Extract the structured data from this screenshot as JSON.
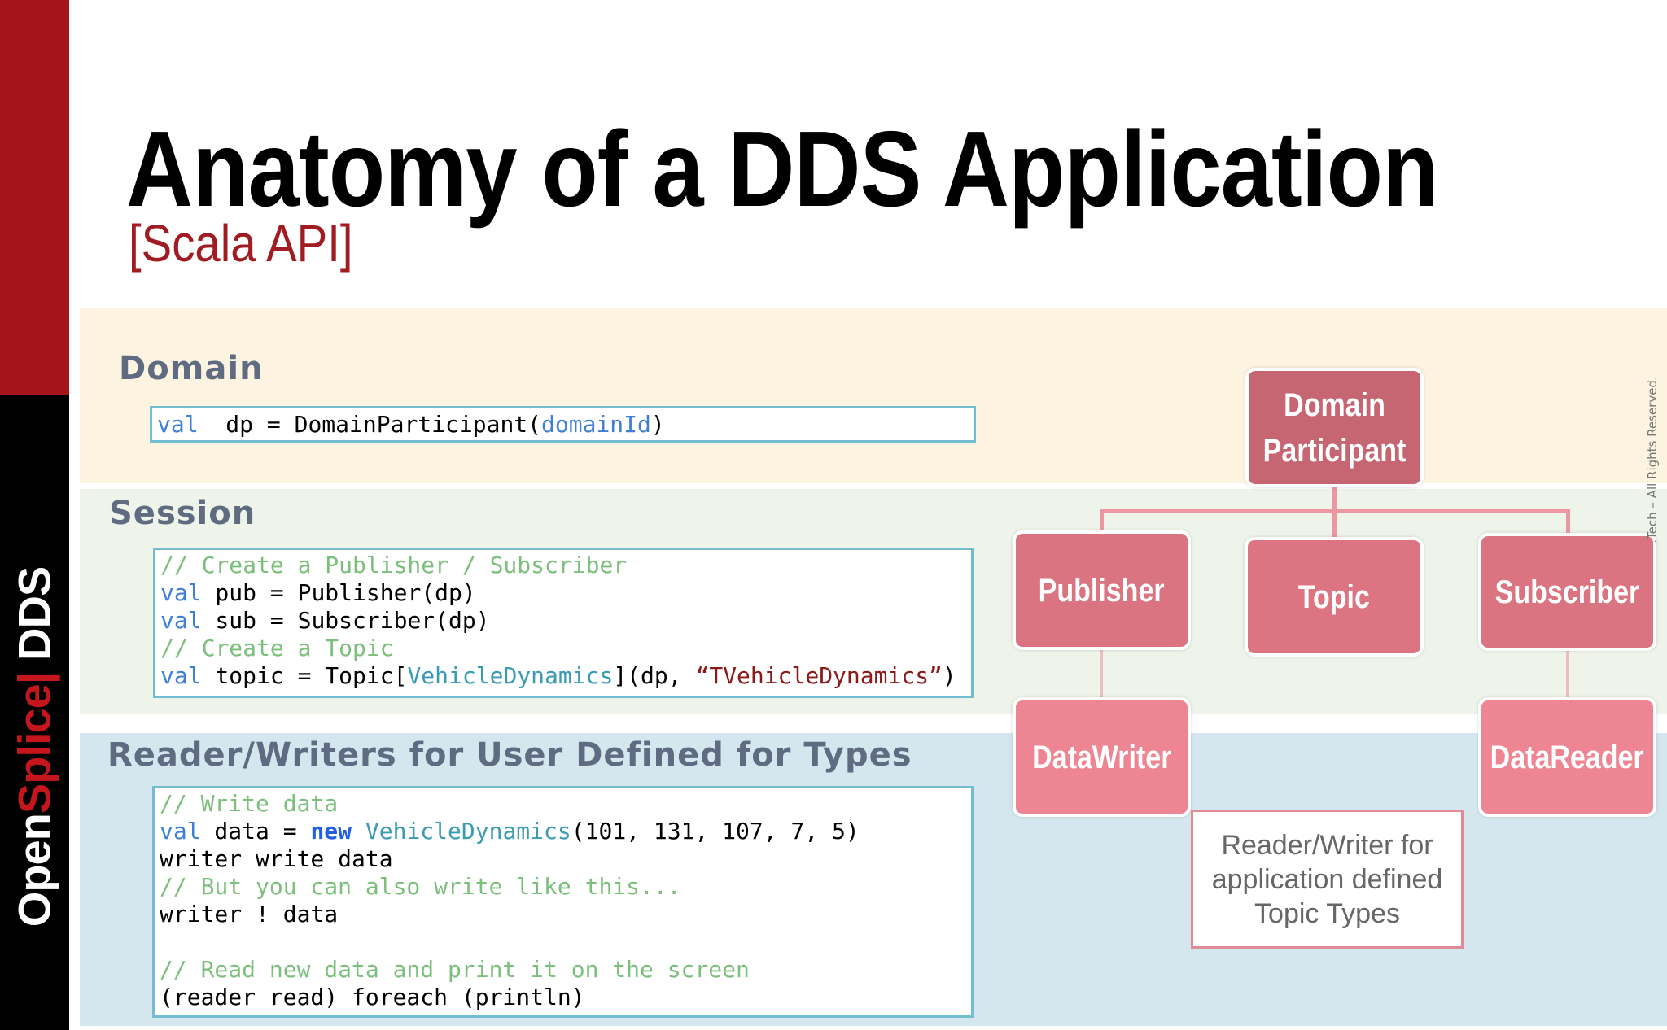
{
  "sidebar": {
    "logo_open": "Open",
    "logo_splice": "Splice",
    "logo_sep": "| ",
    "logo_dds": "DDS"
  },
  "title": "Anatomy of a DDS Application",
  "subtitle": "[Scala API]",
  "colors": {
    "brand_red": "#a5141b",
    "domain_band": "#fdf3e1",
    "session_band": "#eef4ea",
    "rw_band": "#d5e7ee",
    "code_border": "#74bccf",
    "node_dark": "#c56672",
    "node_mid": "#d97480",
    "node_light": "#ee8593"
  },
  "sections": [
    {
      "heading": "Domain",
      "code": [
        [
          [
            "kw",
            "val"
          ],
          [
            "",
            "  dp = DomainParticipant("
          ],
          [
            "kw",
            "domainId"
          ],
          [
            "",
            ")"
          ]
        ]
      ]
    },
    {
      "heading": "Session",
      "code": [
        [
          [
            "cm",
            "// Create a Publisher / Subscriber"
          ]
        ],
        [
          [
            "kw",
            "val"
          ],
          [
            "",
            " pub = Publisher(dp)"
          ]
        ],
        [
          [
            "kw",
            "val"
          ],
          [
            "",
            " sub = Subscriber(dp)"
          ]
        ],
        [
          [
            "cm",
            "// Create a Topic"
          ]
        ],
        [
          [
            "kw",
            "val"
          ],
          [
            "",
            " topic = Topic["
          ],
          [
            "ty",
            "VehicleDynamics"
          ],
          [
            "",
            "](dp, "
          ],
          [
            "st",
            "“TVehicleDynamics”"
          ],
          [
            "",
            ")"
          ]
        ]
      ]
    },
    {
      "heading": "Reader/Writers for User Defined for Types",
      "code": [
        [
          [
            "cm",
            "// Write data"
          ]
        ],
        [
          [
            "kw",
            "val"
          ],
          [
            "",
            " data = "
          ],
          [
            "kwb",
            "new"
          ],
          [
            "",
            " "
          ],
          [
            "ty",
            "VehicleDynamics"
          ],
          [
            "",
            "(101, 131, 107, 7, 5)"
          ]
        ],
        [
          [
            "",
            "writer write data"
          ]
        ],
        [
          [
            "cm",
            "// But you can also write like this..."
          ]
        ],
        [
          [
            "",
            "writer ! data"
          ]
        ],
        [],
        [
          [
            "cm",
            "// Read new data and print it on the screen"
          ]
        ],
        [
          [
            "",
            "(reader read) foreach (println)"
          ]
        ]
      ]
    }
  ],
  "diagram": {
    "domain_participant": "Domain Participant",
    "publisher": "Publisher",
    "topic": "Topic",
    "subscriber": "Subscriber",
    "datawriter": "DataWriter",
    "datareader": "DataReader",
    "note": "Reader/Writer for application defined Topic Types"
  },
  "copyright": ".Tech – All Rights Reserved."
}
